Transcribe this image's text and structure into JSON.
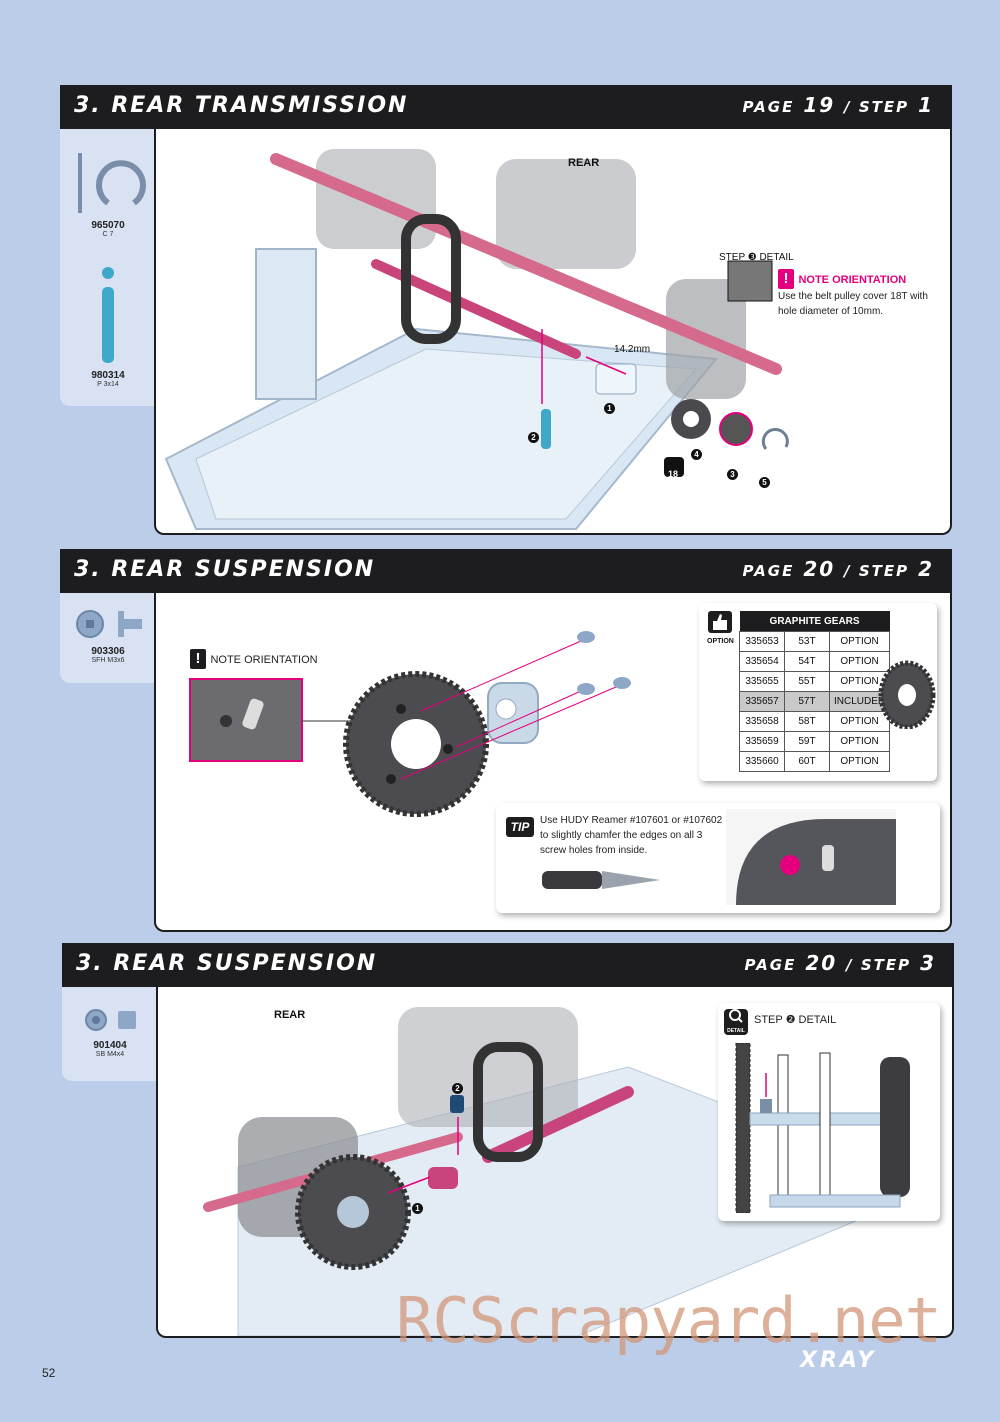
{
  "colors": {
    "header_bg": "#1d1d1f",
    "accent": "#e4007d",
    "page_bg": "#bccde9"
  },
  "sections": [
    {
      "title": "3. REAR TRANSMISSION",
      "page_label": "PAGE",
      "page_number": "19",
      "step_label": "STEP",
      "step_number": "1",
      "parts": [
        {
          "code": "965070",
          "desc": "C 7",
          "icon": "e-clip-icon"
        },
        {
          "code": "980314",
          "desc": "P 3x14",
          "icon": "pin-icon"
        }
      ],
      "rear_label": "REAR",
      "detail_label": "STEP ❸ DETAIL",
      "note_title": "NOTE ORIENTATION",
      "note_text": "Use the belt pulley cover 18T with hole diameter of 10mm.",
      "dimension": "14.2mm",
      "callouts": [
        "1",
        "2",
        "3",
        "4",
        "5"
      ],
      "pulley_badge": "18"
    },
    {
      "title": "3. REAR SUSPENSION",
      "page_label": "PAGE",
      "page_number": "20",
      "step_label": "STEP",
      "step_number": "2",
      "parts": [
        {
          "code": "903306",
          "desc": "SFH M3x6",
          "icon": "flat-head-screw-icon"
        }
      ],
      "note_title": "NOTE ORIENTATION",
      "option_label": "OPTION",
      "gears_title": "GRAPHITE GEARS",
      "gears": [
        [
          "335653",
          "53T",
          "OPTION"
        ],
        [
          "335654",
          "54T",
          "OPTION"
        ],
        [
          "335655",
          "55T",
          "OPTION"
        ],
        [
          "335657",
          "57T",
          "INCLUDED"
        ],
        [
          "335658",
          "58T",
          "OPTION"
        ],
        [
          "335659",
          "59T",
          "OPTION"
        ],
        [
          "335660",
          "60T",
          "OPTION"
        ]
      ],
      "tip_label": "TIP",
      "tip_text": "Use HUDY Reamer #107601 or #107602 to slightly chamfer the edges on all 3 screw holes from inside."
    },
    {
      "title": "3. REAR SUSPENSION",
      "page_label": "PAGE",
      "page_number": "20",
      "step_label": "STEP",
      "step_number": "3",
      "parts": [
        {
          "code": "901404",
          "desc": "SB M4x4",
          "icon": "set-screw-icon"
        }
      ],
      "rear_label": "REAR",
      "detail_badge": "DETAIL",
      "detail_label": "STEP ❷ DETAIL",
      "callouts": [
        "1",
        "2"
      ]
    }
  ],
  "footer": {
    "page_number": "52",
    "watermark": "RCScrapyard.net",
    "brand": "XRAY"
  }
}
